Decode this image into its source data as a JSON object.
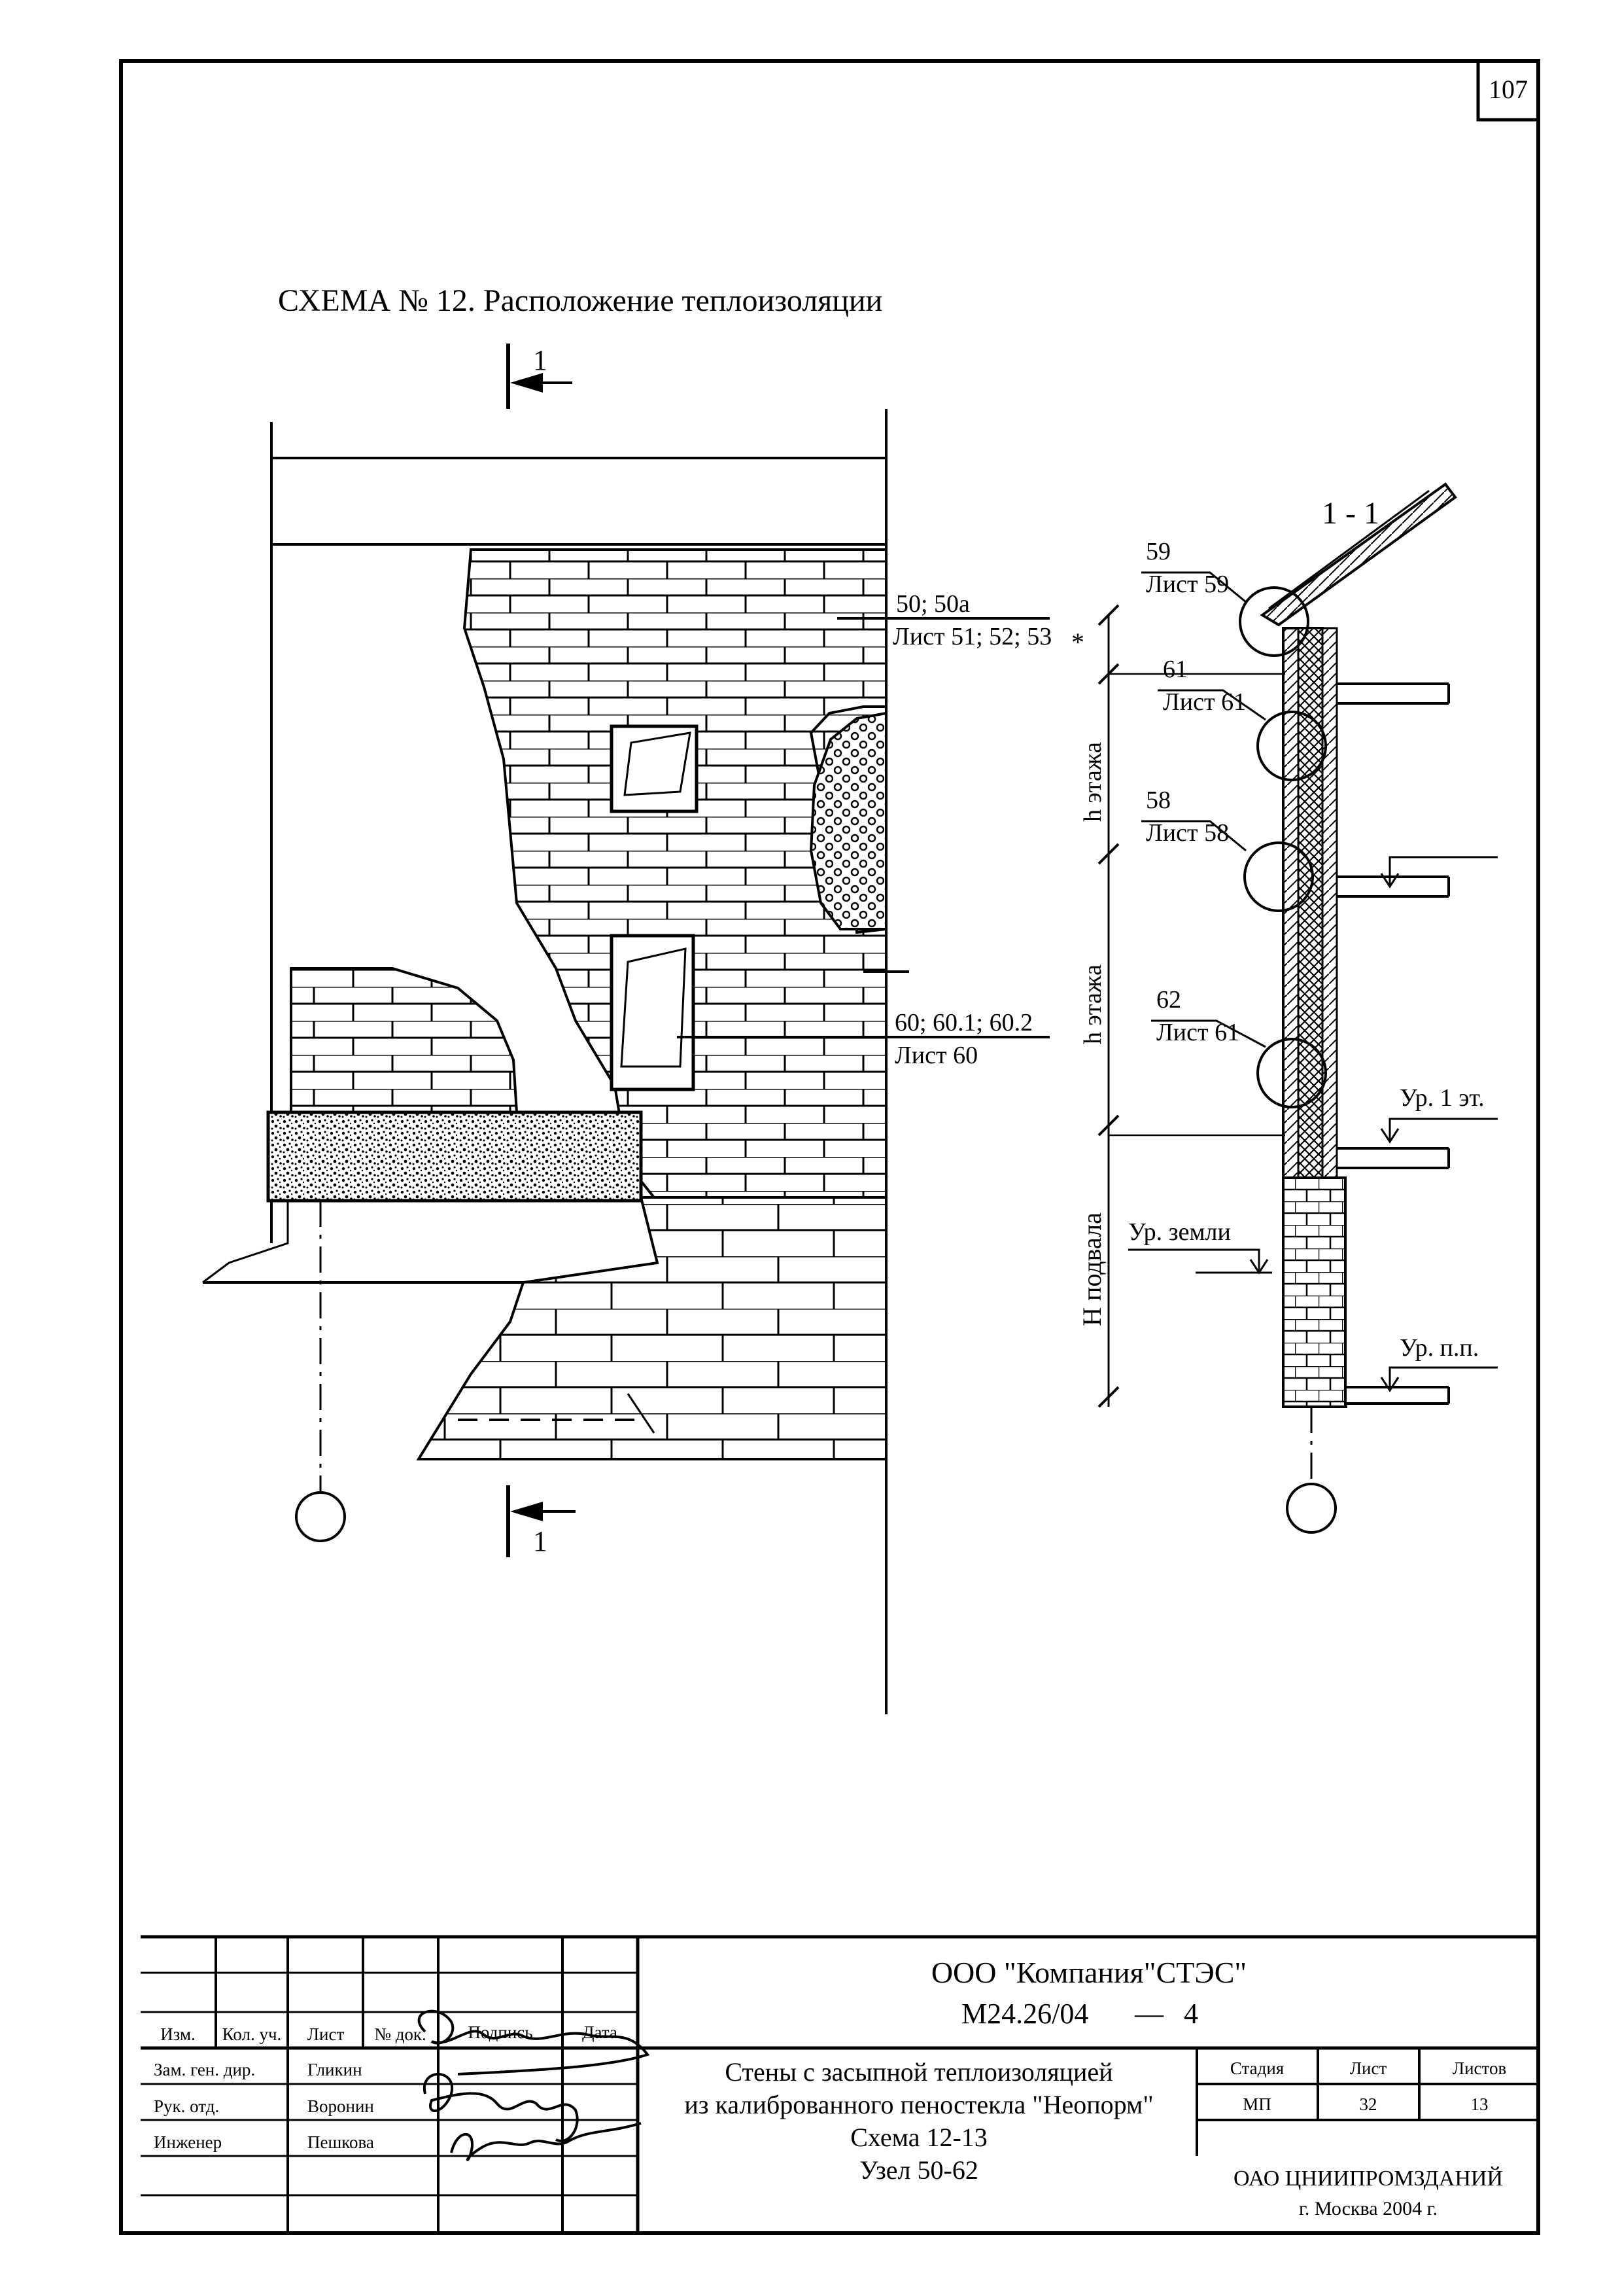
{
  "sheet_number": "107",
  "scheme_title": "СХЕМА № 12. Расположение теплоизоляции",
  "section_mark": "1",
  "section_title": "1 - 1",
  "callouts": {
    "c50_ref": "50; 50а",
    "c50_sheet": "Лист 51; 52; 53",
    "c50_star": "*",
    "c60_ref": "60; 60.1; 60.2",
    "c60_sheet": "Лист 60",
    "c59_ref": "59",
    "c59_sheet": "Лист 59",
    "c61_ref": "61",
    "c61_sheet": "Лист 61",
    "c58_ref": "58",
    "c58_sheet": "Лист 58",
    "c62_ref": "62",
    "c62_sheet": "Лист 61"
  },
  "dimensions": {
    "floor_h_1": "h этажа",
    "floor_h_2": "h этажа",
    "basement_h": "Н подвала"
  },
  "levels": {
    "first_floor": "Ур. 1 эт.",
    "ground": "Ур. земли",
    "basement_floor": "Ур. п.п."
  },
  "title_block": {
    "company": "ООО \"Компания\"СТЭС\"",
    "doc_code": "М24.26/04",
    "doc_dash": "—",
    "doc_part": "4",
    "col_izm": "Изм.",
    "col_kol": "Кол. уч.",
    "col_list": "Лист",
    "col_doc": "№ док.",
    "col_sign": "Подпись",
    "col_date": "Дата",
    "role_1": "Зам. ген. дир.",
    "name_1": "Гликин",
    "role_2": "Рук. отд.",
    "name_2": "Воронин",
    "role_3": "Инженер",
    "name_3": "Пешкова",
    "desc_1": "Стены с засыпной теплоизоляцией",
    "desc_2": "из калиброванного пеностекла \"Неопорм\"",
    "desc_3": "Схема 12-13",
    "desc_4": "Узел 50-62",
    "stage_label": "Стадия",
    "sheet_label": "Лист",
    "sheets_label": "Листов",
    "stage_value": "МП",
    "sheet_value": "32",
    "sheets_value": "13",
    "org": "ОАО ЦНИИПРОМЗДАНИЙ",
    "city_year": "г. Москва 2004 г."
  }
}
